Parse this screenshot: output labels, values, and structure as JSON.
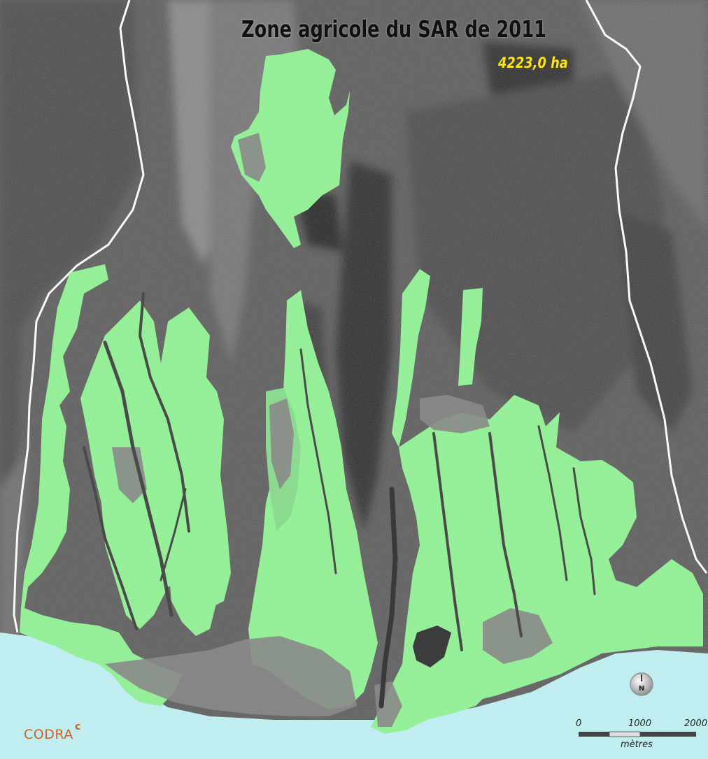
{
  "map": {
    "title": "Zone agricole du SAR de 2011",
    "area_label": "4223,0 ha"
  },
  "scale_bar": {
    "ticks": [
      "0",
      "1000",
      "2000"
    ],
    "unit": "mètres"
  },
  "north_arrow": {
    "label": "N"
  },
  "credit": {
    "logo": "CODRA"
  },
  "colors": {
    "agricultural_zone": "#99f59c",
    "sea": "#c5f4f6",
    "terrain": "#565656",
    "boundary": "#ffffff",
    "area_label": "#ffe600",
    "logo": "#c9642a"
  }
}
